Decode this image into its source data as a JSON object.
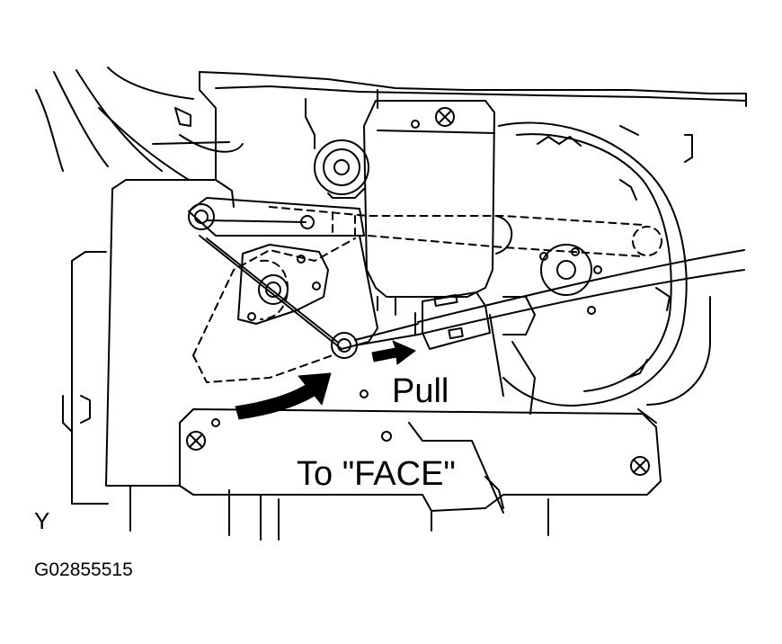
{
  "figure": {
    "labels": {
      "pull": "Pull",
      "to_face": "To \"FACE\"",
      "corner_mark": "Y",
      "figure_code": "G02855515"
    },
    "colors": {
      "line": "#000000",
      "background": "#ffffff"
    },
    "icons": [
      "screw-icon",
      "rotation-arrow-icon",
      "pull-arrow-icon"
    ]
  }
}
